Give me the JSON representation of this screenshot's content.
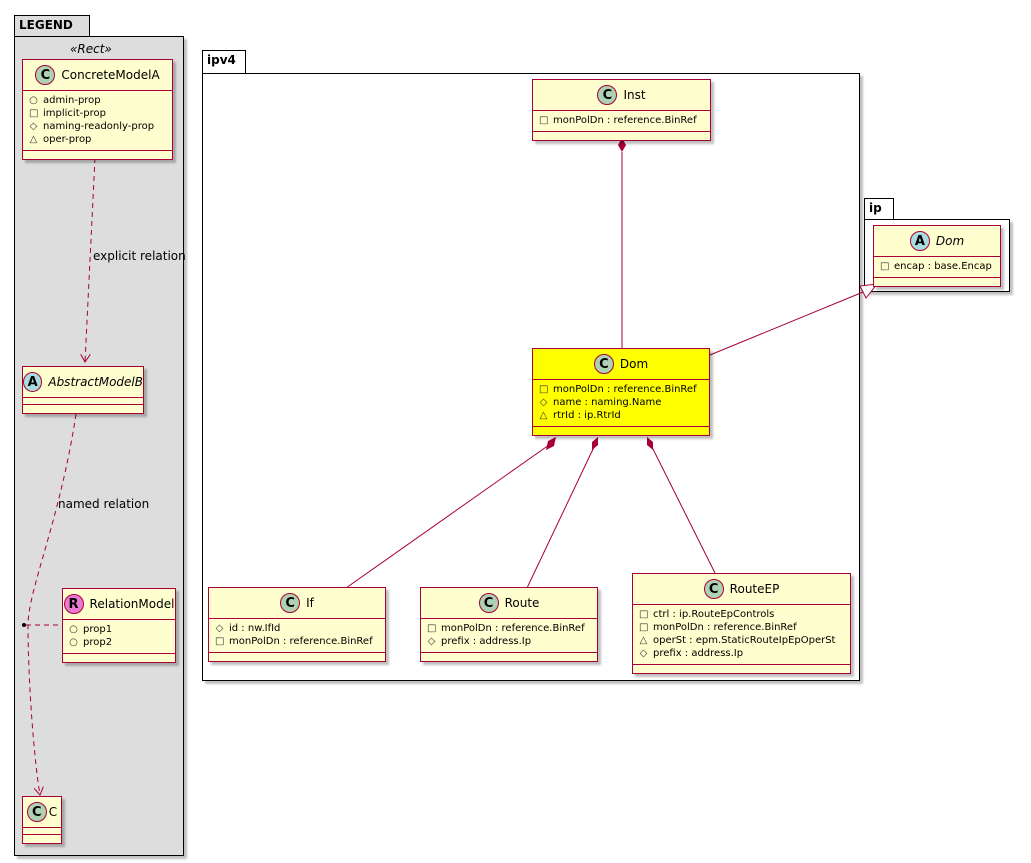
{
  "packages": {
    "legend": {
      "title": "LEGEND",
      "stereotype": "«Rect»"
    },
    "ipv4": {
      "title": "ipv4"
    },
    "ip": {
      "title": "ip"
    }
  },
  "legend": {
    "concrete": {
      "name": "ConcreteModelA",
      "attrs": [
        {
          "vis": "○",
          "text": "admin-prop"
        },
        {
          "vis": "□",
          "text": "implicit-prop"
        },
        {
          "vis": "◇",
          "text": "naming-readonly-prop"
        },
        {
          "vis": "△",
          "text": "oper-prop"
        }
      ]
    },
    "abstract": {
      "name": "AbstractModelB"
    },
    "relation": {
      "name": "RelationModel",
      "attrs": [
        {
          "vis": "○",
          "text": "prop1"
        },
        {
          "vis": "○",
          "text": "prop2"
        }
      ]
    },
    "c": {
      "name": "C"
    },
    "edge_labels": {
      "explicit": "explicit relation",
      "named": "named relation"
    }
  },
  "classes": {
    "inst": {
      "name": "Inst",
      "attrs": [
        {
          "vis": "□",
          "text": "monPolDn : reference.BinRef"
        }
      ]
    },
    "dom": {
      "name": "Dom",
      "attrs": [
        {
          "vis": "□",
          "text": "monPolDn : reference.BinRef"
        },
        {
          "vis": "◇",
          "text": "name : naming.Name"
        },
        {
          "vis": "△",
          "text": "rtrId : ip.RtrId"
        }
      ]
    },
    "ipdom": {
      "name": "Dom",
      "attrs": [
        {
          "vis": "□",
          "text": "encap : base.Encap"
        }
      ]
    },
    "if": {
      "name": "If",
      "attrs": [
        {
          "vis": "◇",
          "text": "id : nw.IfId"
        },
        {
          "vis": "□",
          "text": "monPolDn : reference.BinRef"
        }
      ]
    },
    "route": {
      "name": "Route",
      "attrs": [
        {
          "vis": "□",
          "text": "monPolDn : reference.BinRef"
        },
        {
          "vis": "◇",
          "text": "prefix : address.Ip"
        }
      ]
    },
    "routeep": {
      "name": "RouteEP",
      "attrs": [
        {
          "vis": "□",
          "text": "ctrl : ip.RouteEpControls"
        },
        {
          "vis": "□",
          "text": "monPolDn : reference.BinRef"
        },
        {
          "vis": "△",
          "text": "operSt : epm.StaticRouteIpEpOperSt"
        },
        {
          "vis": "◇",
          "text": "prefix : address.Ip"
        }
      ]
    }
  },
  "colors": {
    "class_fill": "#fefece",
    "class_border": "#a80036",
    "highlight_fill": "#ffff00",
    "legend_fill": "#dddddd",
    "class_icon": "#add1b2",
    "abstract_icon": "#a9dcdf",
    "relation_icon": "#e77ad3"
  }
}
